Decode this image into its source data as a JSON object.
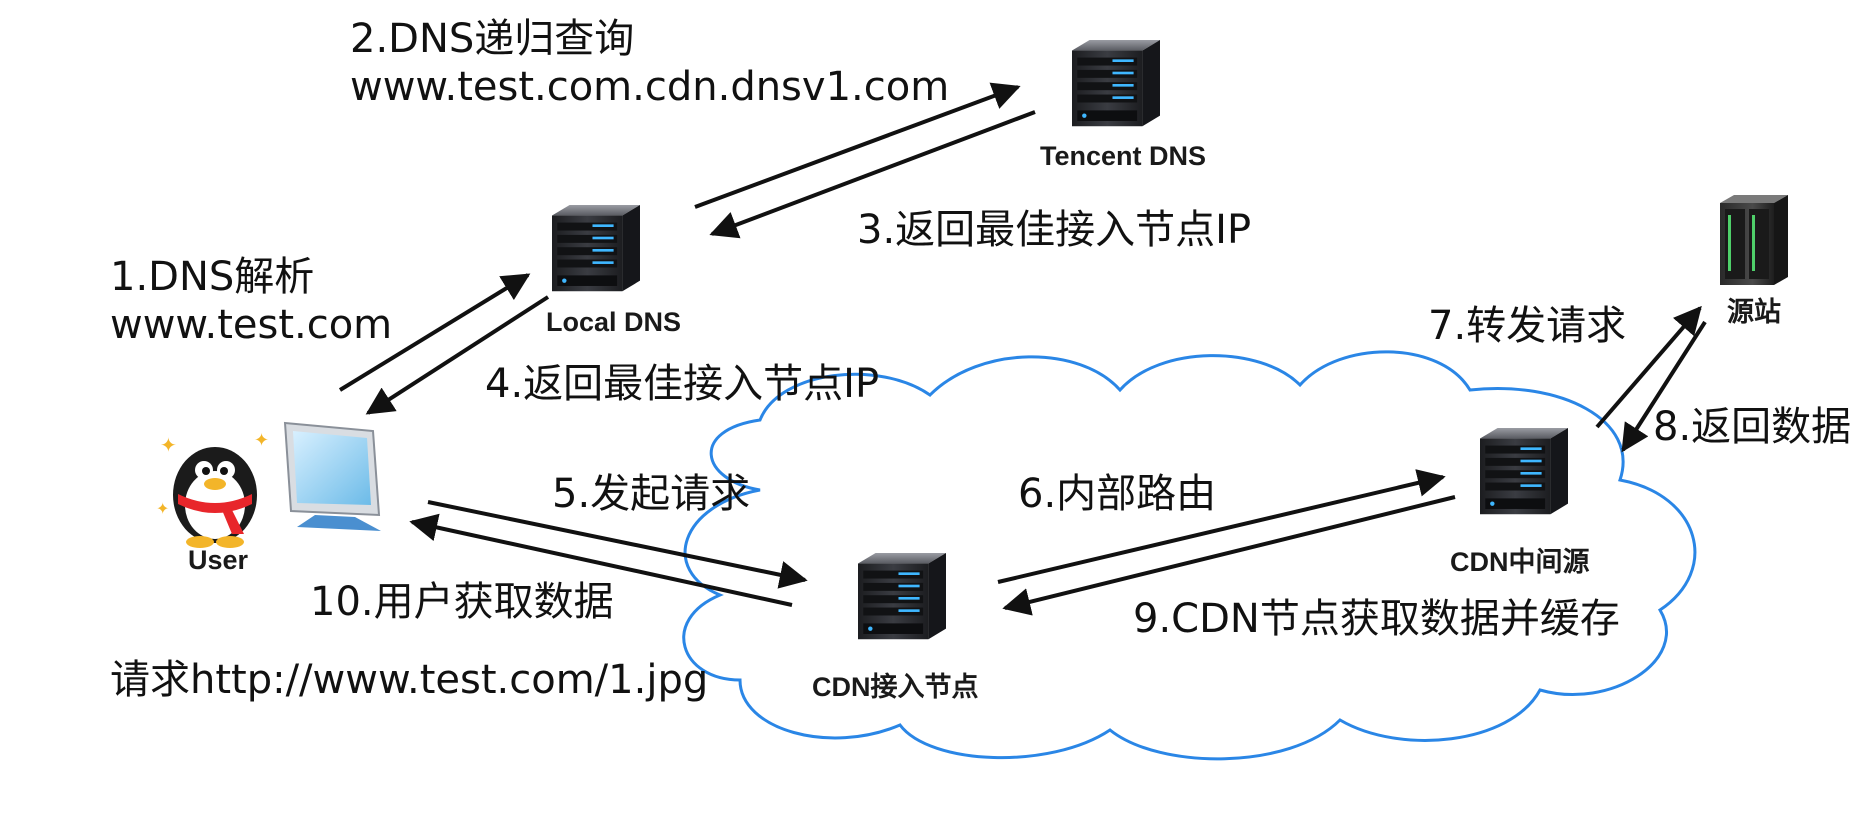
{
  "nodes": {
    "tencent_dns": "Tencent DNS",
    "local_dns": "Local DNS",
    "user": "User",
    "cdn_access": "CDN接入节点",
    "cdn_middle": "CDN中间源",
    "origin": "源站"
  },
  "steps": {
    "s1_line1": "1.DNS解析",
    "s1_line2": "www.test.com",
    "s2_line1": "2.DNS递归查询",
    "s2_line2": "www.test.com.cdn.dnsv1.com",
    "s3": "3.返回最佳接入节点IP",
    "s4": "4.返回最佳接入节点IP",
    "s5": "5.发起请求",
    "s6": "6.内部路由",
    "s7": "7.转发请求",
    "s8": "8.返回数据",
    "s9": "9.CDN节点获取数据并缓存",
    "s10": "10.用户获取数据"
  },
  "request_note": "请求http://www.test.com/1.jpg",
  "colors": {
    "cloud_stroke": "#2a86e6",
    "arrow": "#111111",
    "server_body": "#2b2d31",
    "server_led": "#3fb7ff",
    "monitor_screen": "#7cc8f0",
    "penguin_scarf": "#e8262b"
  }
}
